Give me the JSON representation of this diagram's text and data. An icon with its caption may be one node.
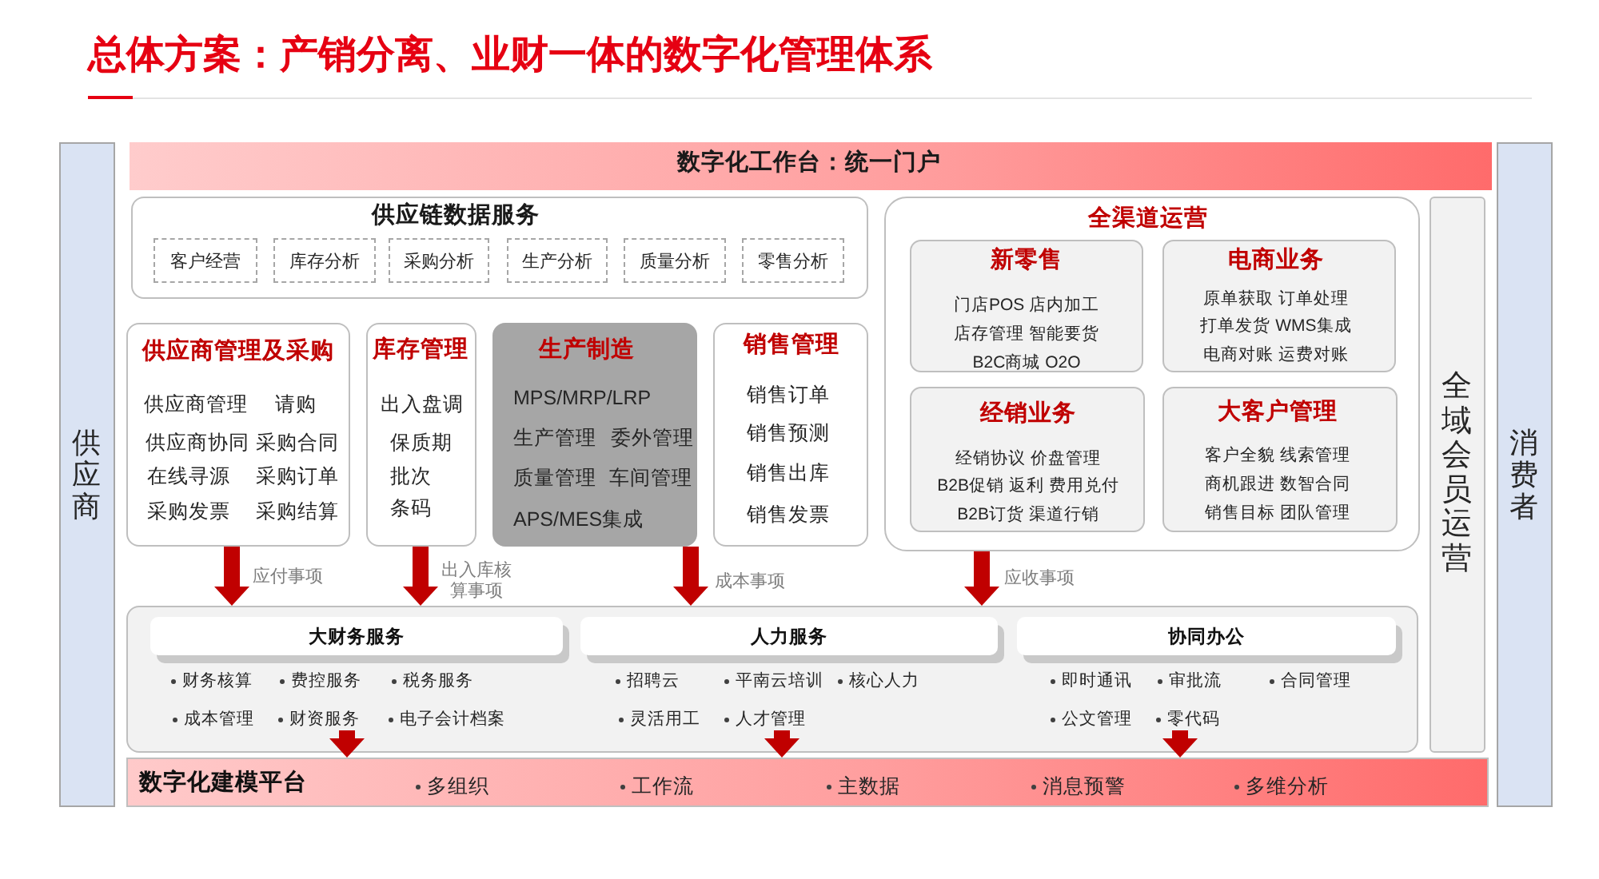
{
  "diagram": {
    "title": "总体方案：产销分离、业财一体的数字化管理体系",
    "nodes": [
      {
        "text": [
          "供应商"
        ]
      },
      {
        "text": [
          "数字化工作台：统一门户"
        ]
      },
      {
        "text": [
          "供应链数据服务"
        ]
      },
      {
        "text": [
          "客户经营"
        ],
        "in": 2
      },
      {
        "text": [
          "库存分析"
        ],
        "in": 2
      },
      {
        "text": [
          "采购分析"
        ],
        "in": 2
      },
      {
        "text": [
          "生产分析"
        ],
        "in": 2
      },
      {
        "text": [
          "质量分析"
        ],
        "in": 2
      },
      {
        "text": [
          "零售分析"
        ],
        "in": 2
      },
      {
        "text": [
          "全渠道运营"
        ]
      },
      {
        "text": [
          "新零售",
          "门店POS 店内加工",
          "店存管理 智能要货",
          "B2C商城 O2O"
        ],
        "in": 9
      },
      {
        "text": [
          "电商业务",
          "原单获取 订单处理",
          "打单发货 WMS集成",
          "电商对账 运费对账"
        ],
        "in": 9
      },
      {
        "text": [
          "经销业务",
          "经销协议 价盘管理",
          "B2B促销 返利 费用兑付",
          "B2B订货 渠道行销"
        ],
        "in": 9
      },
      {
        "text": [
          "大客户管理",
          "客户全貌 线索管理",
          "商机跟进 数智合同",
          "销售目标 团队管理"
        ],
        "in": 9
      },
      {
        "text": [
          "全域会员运营"
        ]
      },
      {
        "text": [
          "消费者"
        ]
      },
      {
        "text": [
          "供应商管理及采购",
          "供应商管理",
          "请购",
          "供应商协同",
          "采购合同",
          "在线寻源",
          "采购订单",
          "采购发票",
          "采购结算"
        ]
      },
      {
        "text": [
          "库存管理",
          "出入盘调",
          "保质期",
          "批次",
          "条码"
        ]
      },
      {
        "text": [
          "生产制造",
          "MPS/MRP/LRP",
          "生产管理",
          "委外管理",
          "质量管理",
          "车间管理",
          "APS/MES集成"
        ]
      },
      {
        "text": [
          "销售管理",
          "销售订单",
          "销售预测",
          "销售出库",
          "销售发票"
        ]
      },
      {
        "text": [],
        "shape": "box"
      },
      {
        "text": [
          "大财务服务",
          "财务核算",
          "费控服务",
          "税务服务",
          "成本管理",
          "财资服务",
          "电子会计档案"
        ],
        "in": 20
      },
      {
        "text": [
          "人力服务",
          "招聘云",
          "平南云培训",
          "核心人力",
          "灵活用工",
          "人才管理"
        ],
        "in": 20
      },
      {
        "text": [
          "协同办公",
          "即时通讯",
          "审批流",
          "合同管理",
          "公文管理",
          "零代码"
        ],
        "in": 20
      },
      {
        "text": [
          "数字化建模平台",
          "多组织",
          "工作流",
          "主数据",
          "消息预警",
          "多维分析"
        ]
      }
    ],
    "edges": [
      {
        "from": 16,
        "to": 20,
        "arrow": "to",
        "label": "应付事项"
      },
      {
        "from": 17,
        "to": 20,
        "arrow": "to",
        "label": "出入库核算事项"
      },
      {
        "from": 18,
        "to": 20,
        "arrow": "to",
        "label": "成本事项"
      },
      {
        "from": 9,
        "to": 20,
        "arrow": "to",
        "label": "应收事项"
      },
      {
        "from": 21,
        "to": 24,
        "arrow": "to"
      },
      {
        "from": 22,
        "to": 24,
        "arrow": "to"
      },
      {
        "from": 23,
        "to": 24,
        "arrow": "to"
      }
    ]
  }
}
